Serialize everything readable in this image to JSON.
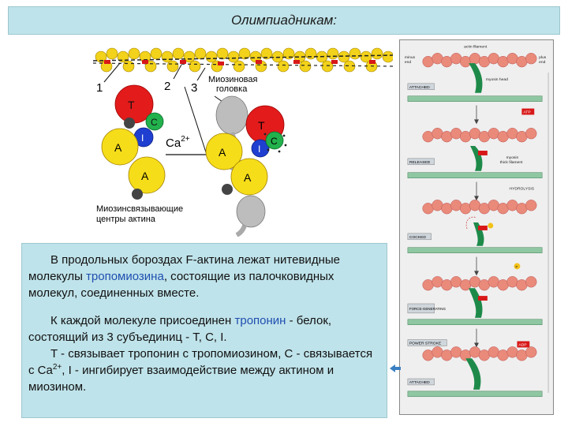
{
  "header": {
    "title": "Олимпиадникам:"
  },
  "diagram_left": {
    "labels": {
      "n1": "1",
      "n2": "2",
      "n3": "3",
      "myosin_head_line1": "Миозиновая",
      "myosin_head_line2": "головка",
      "T": "T",
      "C": "C",
      "I": "I",
      "A": "A",
      "ca": "Ca",
      "ca_sup": "2+",
      "binding_line1": "Миозинсвязывающие",
      "binding_line2": "центры актина"
    }
  },
  "diagram_right": {
    "labels": {
      "actin_filament": "actin filament",
      "minus_end_1": "minus",
      "minus_end_2": "end",
      "plus_end_1": "plus",
      "plus_end_2": "end",
      "myosin_head": "myosin head",
      "myosin_thick_1": "myosin",
      "myosin_thick_2": "thick filament",
      "atp": "ATP",
      "adp": "ADP",
      "p": "P",
      "hydrolysis": "HYDROLYSIS"
    },
    "stages": [
      "ATTACHED",
      "RELEASED",
      "COCKED",
      "FORCE-GENERATING",
      "POWER STROKE",
      "ATTACHED"
    ]
  },
  "text": {
    "p1_a": "В продольных бороздах F-актина лежат нитевидные молекулы ",
    "p1_hl": "тропомиозина",
    "p1_b": ", состоящие из палочковидных молекул, соединенных вместе.",
    "p2_a": "К каждой молекуле присоединен ",
    "p2_hl": "тропонин",
    "p2_b": " - белок, состоящий из 3 субъединиц - T, C, I.",
    "p3_a": "T - связывает тропонин с тропомиозином, C - связывается с Ca",
    "p3_sup": "2+",
    "p3_b": ", I - ингибирует взаимодействие между актином и миозином."
  },
  "colors": {
    "header_bg": "#bfe3ea",
    "text_bg": "#bfe3ea",
    "highlight": "#1f4fb0",
    "actin": "#e98a7a",
    "myosin": "#1e8a4a",
    "troponin_t": "#e31b1b",
    "troponin_c": "#22b14c",
    "troponin_i": "#1f3fd0",
    "actin_ball": "#f6dd1a"
  }
}
